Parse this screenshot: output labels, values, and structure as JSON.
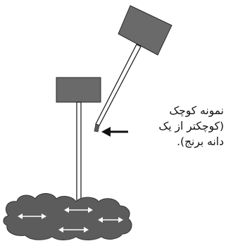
{
  "diagram": {
    "label_lines": [
      "نمونه کوچک",
      "(کوچکتر از یک",
      "دانه برنج)."
    ],
    "colors": {
      "block": "#6a6a6a",
      "block_stroke": "#2a2a2a",
      "rod_stroke": "#222222",
      "rod_fill": "#ffffff",
      "sample": "#5a5a5a",
      "mass": "#5c5c5c",
      "mass_stroke": "#333333",
      "arrow": "#ffffff",
      "pointer": "#111111"
    }
  }
}
